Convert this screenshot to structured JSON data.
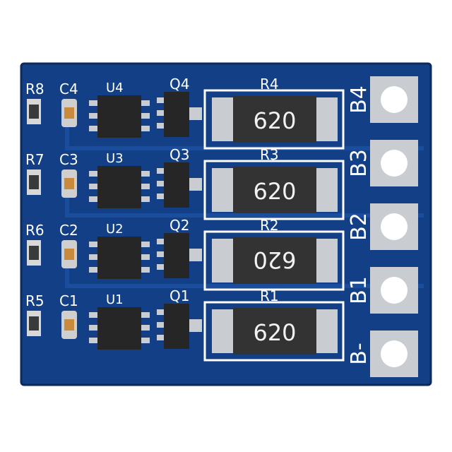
{
  "board": {
    "colors": {
      "pcb": "#123f86",
      "pcb_dark": "#0d2f6a",
      "silkscreen": "#ffffff",
      "pad": "#c9ccd0",
      "chip": "#262626",
      "resistor_body": "#333333"
    },
    "channels": [
      {
        "ref_small_res": "R8",
        "ref_cap": "C4",
        "ref_ic": "U4",
        "ref_mosfet": "Q4",
        "ref_res": "R4",
        "res_value": "620",
        "res_value_flipped": false,
        "terminal": "B4"
      },
      {
        "ref_small_res": "R7",
        "ref_cap": "C3",
        "ref_ic": "U3",
        "ref_mosfet": "Q3",
        "ref_res": "R3",
        "res_value": "620",
        "res_value_flipped": false,
        "terminal": "B3"
      },
      {
        "ref_small_res": "R6",
        "ref_cap": "C2",
        "ref_ic": "U2",
        "ref_mosfet": "Q2",
        "ref_res": "R2",
        "res_value": "620",
        "res_value_flipped": true,
        "terminal": "B2"
      },
      {
        "ref_small_res": "R5",
        "ref_cap": "C1",
        "ref_ic": "U1",
        "ref_mosfet": "Q1",
        "ref_res": "R1",
        "res_value": "620",
        "res_value_flipped": false,
        "terminal": "B1"
      }
    ],
    "terminal_extra": "B-"
  }
}
